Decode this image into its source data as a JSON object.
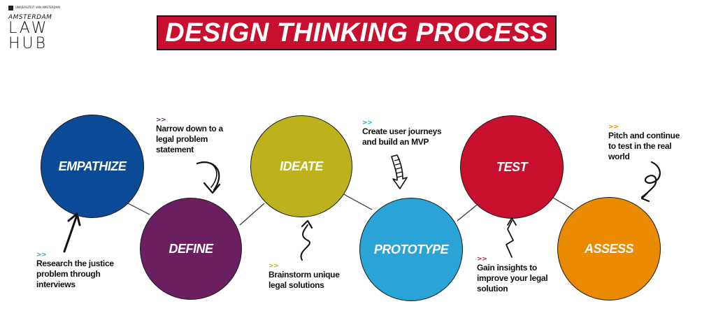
{
  "logo": {
    "small_text": "UNIVERSITEIT VAN AMSTERDAM",
    "line1": "AMSTERDAM",
    "line2": "LAW",
    "line3": "HUB"
  },
  "title": "DESIGN THINKING PROCESS",
  "stages": [
    {
      "label": "EMPATHIZE",
      "color": "#0b4a96"
    },
    {
      "label": "DEFINE",
      "color": "#6b1f61"
    },
    {
      "label": "IDEATE",
      "color": "#bdb21b"
    },
    {
      "label": "PROTOTYPE",
      "color": "#2aa3d6"
    },
    {
      "label": "TEST",
      "color": "#c8102e"
    },
    {
      "label": "ASSESS",
      "color": "#ea8a00"
    }
  ],
  "notes": [
    {
      "chevron": ">>",
      "chevron_color": "#2aa3d6",
      "lines": [
        "Research the justice",
        "problem through",
        "interviews"
      ]
    },
    {
      "chevron": ">>",
      "chevron_color": "#6b1f61",
      "lines": [
        "Narrow down to a",
        "legal problem",
        "statement"
      ]
    },
    {
      "chevron": ">>",
      "chevron_color": "#bdb21b",
      "lines": [
        "Brainstorm unique",
        "legal solutions"
      ]
    },
    {
      "chevron": ">>",
      "chevron_color": "#2aa3d6",
      "lines": [
        "Create user journeys",
        "and build an MVP"
      ]
    },
    {
      "chevron": ">>",
      "chevron_color": "#c8102e",
      "lines": [
        "Gain insights to",
        "improve your legal",
        "solution"
      ]
    },
    {
      "chevron": ">>",
      "chevron_color": "#ea8a00",
      "lines": [
        "Pitch and continue",
        "to test in the real",
        "world"
      ]
    }
  ]
}
